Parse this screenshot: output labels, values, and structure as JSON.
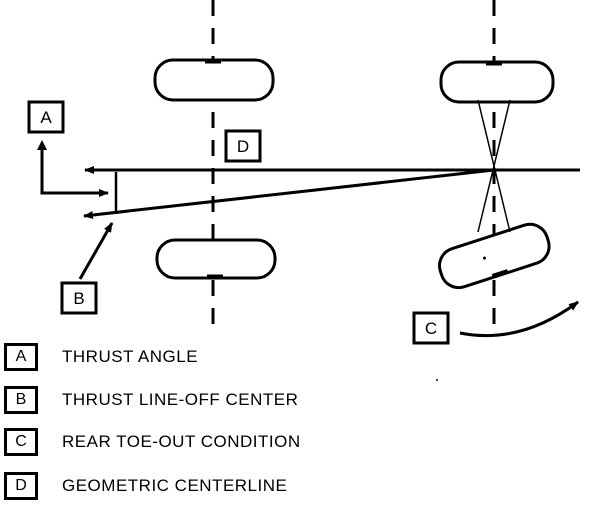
{
  "callouts": {
    "a": "A",
    "b": "B",
    "c": "C",
    "d": "D"
  },
  "legend": [
    {
      "key": "A",
      "text": "THRUST ANGLE"
    },
    {
      "key": "B",
      "text": "THRUST LINE-OFF CENTER"
    },
    {
      "key": "C",
      "text": "REAR TOE-OUT CONDITION"
    },
    {
      "key": "D",
      "text": "GEOMETRIC CENTERLINE"
    }
  ],
  "colors": {
    "ink": "#000000",
    "paper": "#ffffff"
  }
}
